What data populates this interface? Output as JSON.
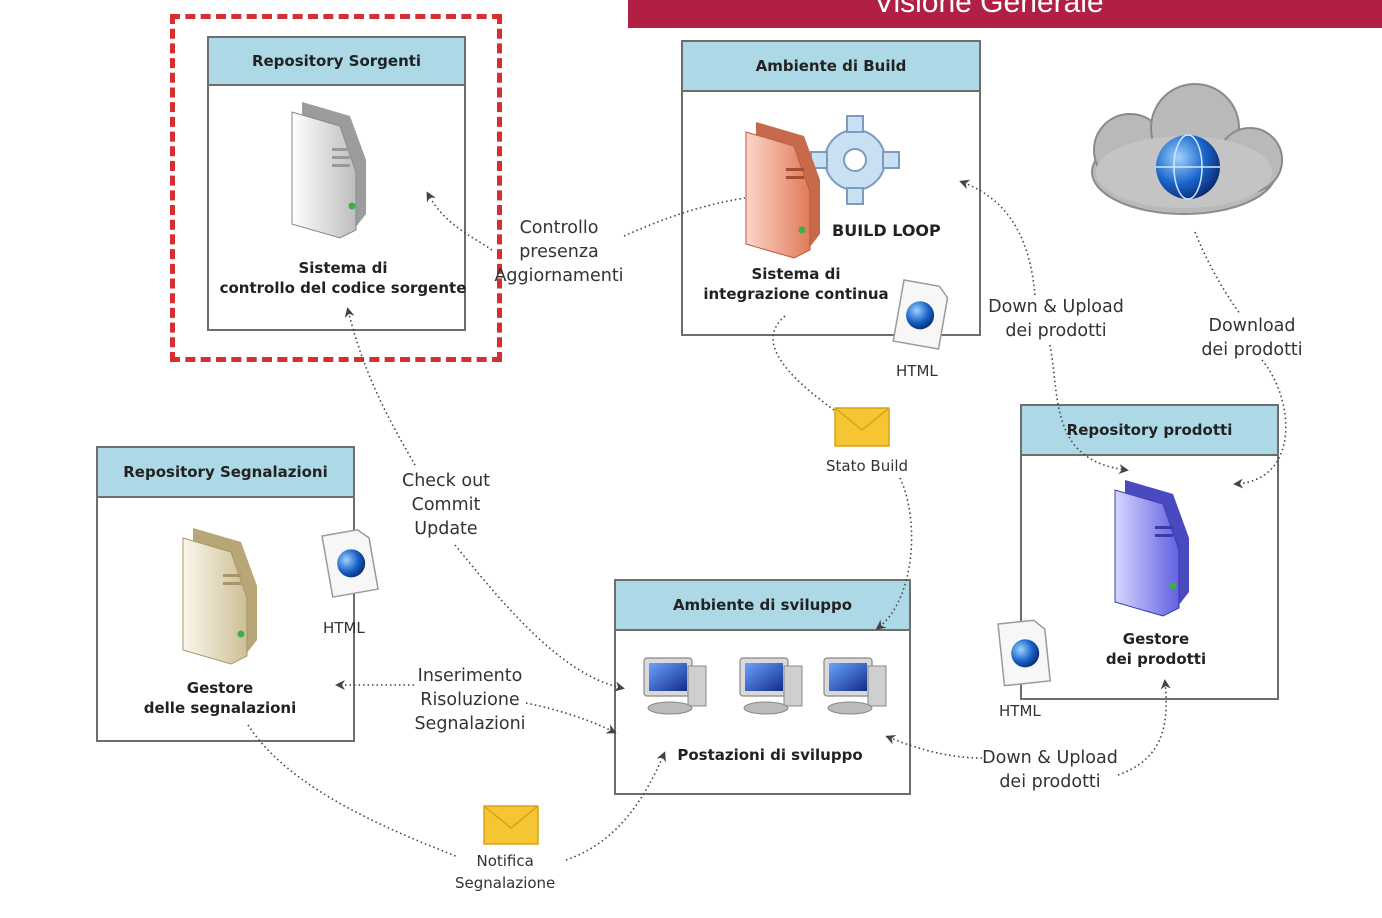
{
  "slide": {
    "title": "Visione Generale"
  },
  "boxes": {
    "repo_sorgenti": {
      "title": "Repository Sorgenti",
      "caption_line1": "Sistema di",
      "caption_line2": "controllo del codice sorgente"
    },
    "ambiente_build": {
      "title": "Ambiente di Build",
      "caption_line1": "Sistema di",
      "caption_line2": "integrazione continua",
      "loop_label": "BUILD LOOP"
    },
    "repo_segnalazioni": {
      "title": "Repository Segnalazioni",
      "caption_line1": "Gestore",
      "caption_line2": "delle segnalazioni"
    },
    "ambiente_sviluppo": {
      "title": "Ambiente di sviluppo",
      "caption": "Postazioni di sviluppo"
    },
    "repo_prodotti": {
      "title": "Repository prodotti",
      "caption_line1": "Gestore",
      "caption_line2": "dei prodotti"
    }
  },
  "labels": {
    "controllo": [
      "Controllo",
      "presenza",
      "Aggiornamenti"
    ],
    "checkout": [
      "Check out",
      "Commit",
      "Update"
    ],
    "inserimento": [
      "Inserimento",
      "Risoluzione",
      "Segnalazioni"
    ],
    "down_upload_top": [
      "Down & Upload",
      "dei prodotti"
    ],
    "download": [
      "Download",
      "dei prodotti"
    ],
    "down_upload_bottom": [
      "Down & Upload",
      "dei prodotti"
    ],
    "stato_build": "Stato Build",
    "notifica": [
      "Notifica",
      "Segnalazione"
    ],
    "html_build": "HTML",
    "html_segnalazioni": "HTML",
    "html_prodotti": "HTML"
  },
  "colors": {
    "banner": "#b21f44",
    "header_fill": "#add8e6",
    "highlight_dash": "#d62f2f",
    "server_grey": "#e8e8e8",
    "server_red": "#f2a58c",
    "server_tan": "#ece3c8",
    "server_blue": "#8e8ef0",
    "envelope": "#f6c534"
  },
  "icons": {
    "server_sorgenti": "server-icon",
    "server_build": "server-icon",
    "gear": "gear-icon",
    "cloud": "cloud-icon",
    "globe": "globe-icon",
    "html_doc": "html-document-icon",
    "envelope": "envelope-icon",
    "workstation": "workstation-icon"
  }
}
